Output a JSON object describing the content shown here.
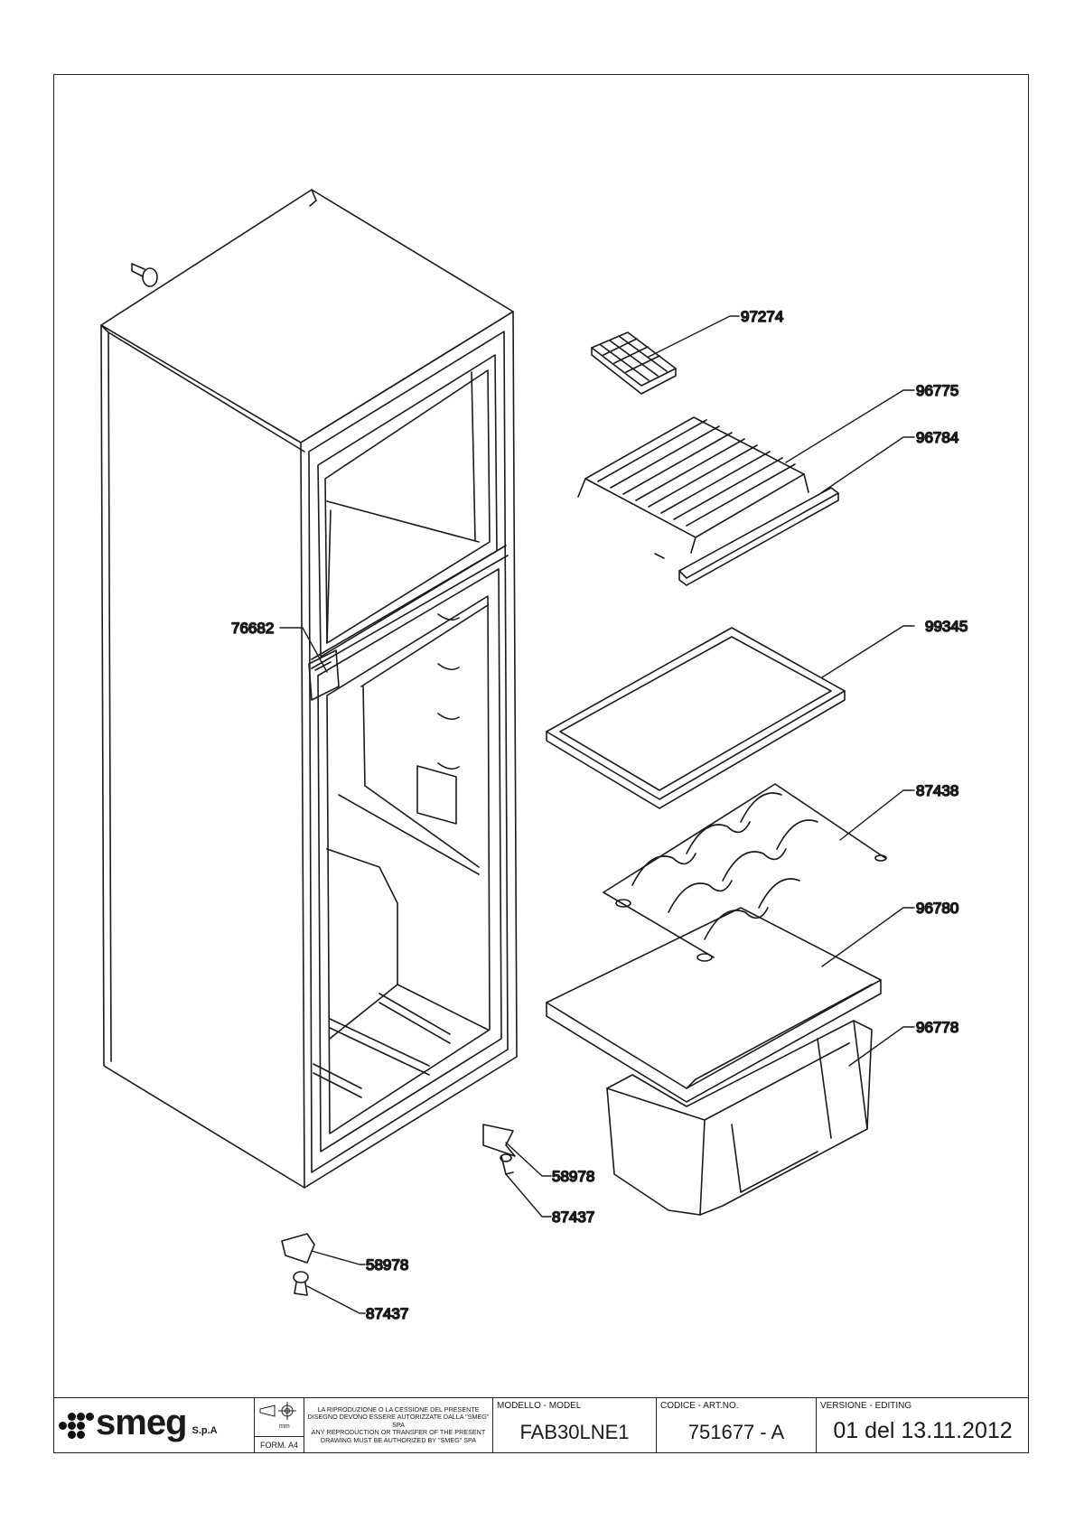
{
  "part_labels": {
    "p97274": "97274",
    "p96775": "96775",
    "p96784": "96784",
    "p99345": "99345",
    "p87438": "87438",
    "p96780": "96780",
    "p96778": "96778",
    "p76682": "76682",
    "p58978a": "58978",
    "p87437a": "87437",
    "p58978b": "58978",
    "p87437b": "87437"
  },
  "title_block": {
    "brand": "smeg",
    "brand_suffix": "S.p.A",
    "form": "FORM. A4",
    "projection_unit": "mm",
    "legal_it": "LA RIPRODUZIONE O LA CESSIONE DEL PRESENTE DISEGNO DEVONO ESSERE AUTORIZZATE DALLA \"SMEG\" SPA",
    "legal_en": "ANY REPRODUCTION OR TRANSFER OF THE PRESENT DRAWING MUST BE AUTHORIZED BY \"SMEG\" SPA",
    "model_label": "MODELLO - MODEL",
    "model_value": "FAB30LNE1",
    "code_label": "CODICE - ART.NO.",
    "code_value": "751677 - A",
    "version_label": "VERSIONE - EDITING",
    "version_value": "01 del 13.11.2012"
  }
}
